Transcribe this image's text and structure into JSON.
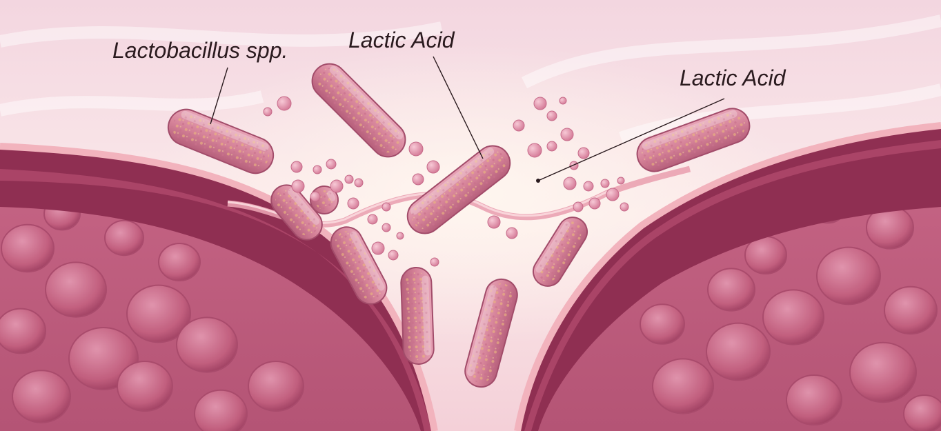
{
  "labels": {
    "lactobacillus": "Lactobacillus spp.",
    "lactic_acid_1": "Lactic Acid",
    "lactic_acid_2": "Lactic Acid"
  },
  "colors": {
    "background_top": "#f7dde6",
    "lumen_glow": "#fff3ec",
    "tissue_wall": "#9e3b5c",
    "tissue_wall_dark": "#7a2445",
    "epithelium": "#f2b7c0",
    "cell_layer": "#c8698a",
    "bacterium": "#d98aa0",
    "bacterium_spots": "#e8b07a",
    "acid_droplet": "#e694ad",
    "label_text": "#2a1a1e"
  },
  "icons": [
    "rod-bacterium-icon",
    "acid-droplet-icon",
    "epithelial-cell-icon"
  ]
}
